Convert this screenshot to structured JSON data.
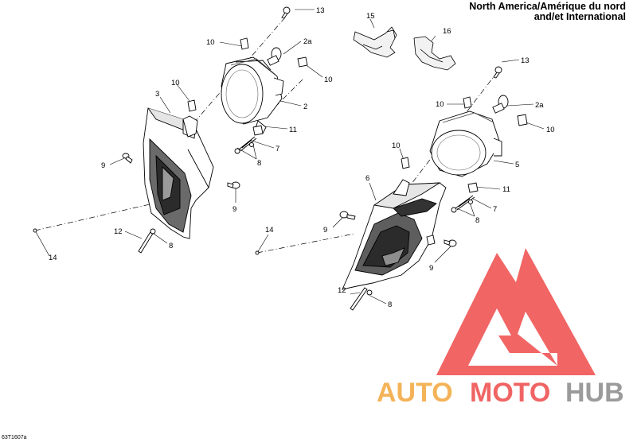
{
  "title": {
    "line1": "North America/Amérique du nord",
    "line2": "and/et International"
  },
  "reference_code": "63T1607a",
  "watermark": {
    "brand_auto": "AUTO",
    "brand_moto": "MOTO",
    "brand_hub": "HUB",
    "color_red": "#ee4a4a",
    "color_orange": "#f3a63c",
    "color_gray": "#8a8a8a"
  },
  "callouts": {
    "c13_top": "13",
    "c10_a": "10",
    "c2a_left": "2a",
    "c10_b": "10",
    "c10_c": "10",
    "c3": "3",
    "c2": "2",
    "c11_left": "11",
    "c7_left": "7",
    "c8_left": "8",
    "c9_left": "9",
    "c9_mid": "9",
    "c12_left": "12",
    "c8_lower_left": "8",
    "c14_left": "14",
    "c15": "15",
    "c16": "16",
    "c13_right": "13",
    "c10_d": "10",
    "c2a_right": "2a",
    "c10_e": "10",
    "c5": "5",
    "c10_f": "10",
    "c6": "6",
    "c11_right": "11",
    "c7_right": "7",
    "c8_right": "8",
    "c9_right_a": "9",
    "c14_right": "14",
    "c9_right_b": "9",
    "c12_right": "12",
    "c8_lower_right": "8"
  }
}
